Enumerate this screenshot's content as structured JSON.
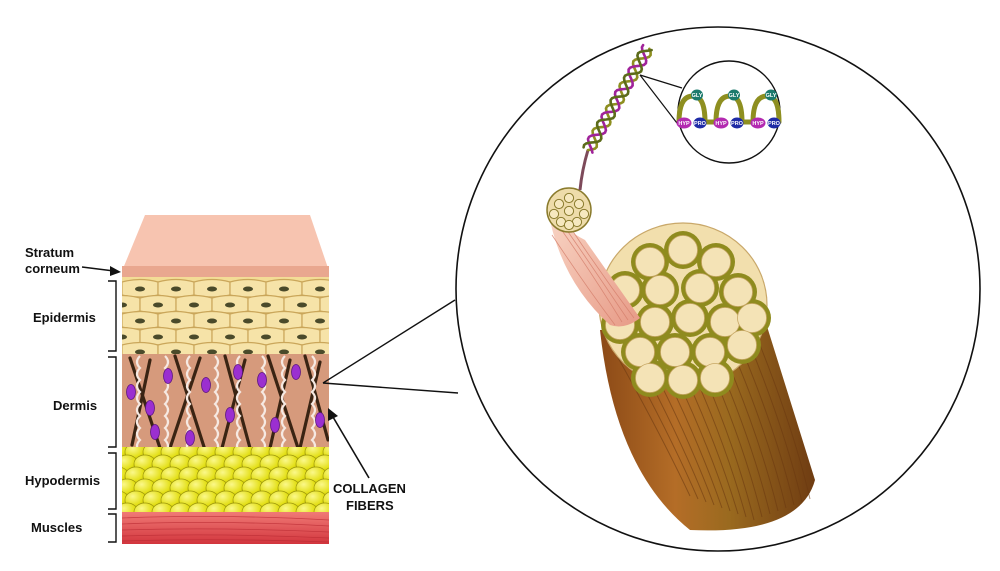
{
  "labels": {
    "stratum_line1": "Stratum",
    "stratum_line2": "corneum",
    "epidermis": "Epidermis",
    "dermis": "Dermis",
    "hypodermis": "Hypodermis",
    "muscles": "Muscles",
    "collagen_line1": "COLLAGEN",
    "collagen_line2": "FIBERS"
  },
  "molecule_labels": {
    "gly": "GLY",
    "hyp": "HYP",
    "pro": "PRO"
  },
  "colors": {
    "stratum": "#f4b9a5",
    "epidermis": "#f3dc96",
    "dermis": "#d49778",
    "hypodermis": "#e9e61f",
    "muscles": "#e24a4e",
    "fiber_bundle": "#a5621f",
    "fibril_face": "#f2dfad",
    "fibril_matrix": "#8f8b1e",
    "helix_green": "#8e8f20",
    "helix_purple": "#a0239a",
    "gly_badge": "#1c7a6d",
    "hyp_badge": "#b32ab0",
    "pro_badge": "#1f2ca6"
  }
}
